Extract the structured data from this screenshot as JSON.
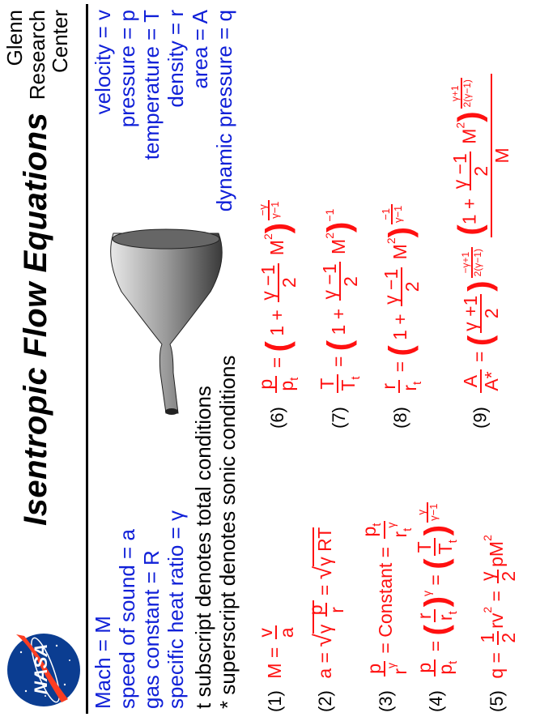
{
  "header": {
    "title": "Isentropic  Flow  Equations",
    "org_lines": [
      "Glenn",
      "Research",
      "Center"
    ],
    "logo_text": "NASA"
  },
  "definitions_left": [
    "Mach = M",
    "speed of  sound = a",
    "gas  constant = R",
    "specific heat ratio = γ"
  ],
  "definitions_right": [
    "velocity = v",
    "pressure = p",
    "temperature = T",
    "density = r",
    "area = A",
    "dynamic  pressure = q"
  ],
  "notes": [
    "t subscript denotes  total  conditions",
    "*  superscript denotes  sonic  conditions"
  ],
  "equations": {
    "n1": "(1)",
    "n2": "(2)",
    "n3": "(3)",
    "n4": "(4)",
    "n5": "(5)",
    "n6": "(6)",
    "n7": "(7)",
    "n8": "(8)",
    "n9": "(9)",
    "constant_word": "Constant"
  },
  "colors": {
    "definitions": "#1020d8",
    "equations": "#ff1010",
    "text": "#000000"
  },
  "icons": {
    "logo": "nasa-meatball-logo",
    "nozzle": "converging-diverging-nozzle-illustration"
  }
}
